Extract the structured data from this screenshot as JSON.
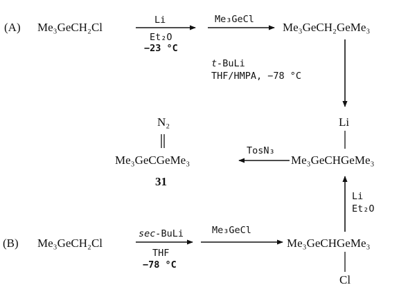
{
  "scheme": {
    "route_a": {
      "label": "(A)",
      "start": "Me₃GeCH₂Cl",
      "step1": {
        "reagent": "Li",
        "solvent": "Et₂O",
        "temperature": "−23 °C"
      },
      "step2": {
        "reagent": "Me₃GeCl"
      },
      "intermediate": "Me₃GeCH₂GeMe₃",
      "step3": {
        "reagent_prefix": "t-",
        "reagent": "BuLi",
        "conditions": "THF/HMPA, −78 °C"
      }
    },
    "lithio": {
      "substituent": "Li",
      "formula": "Me₃GeCHGeMe₃"
    },
    "product": {
      "substituent": "N₂",
      "formula": "Me₃GeCGeMe₃",
      "number": "31",
      "reagent": "TosN₃"
    },
    "route_b": {
      "label": "(B)",
      "start": "Me₃GeCH₂Cl",
      "step1": {
        "reagent_prefix": "sec-",
        "reagent": "BuLi",
        "solvent": "THF",
        "temperature": "−78 °C"
      },
      "step2": {
        "reagent": "Me₃GeCl"
      },
      "intermediate": "Me₃GeCHGeMe₃",
      "substituent": "Cl",
      "step3": {
        "reagent": "Li",
        "solvent": "Et₂O"
      }
    }
  }
}
